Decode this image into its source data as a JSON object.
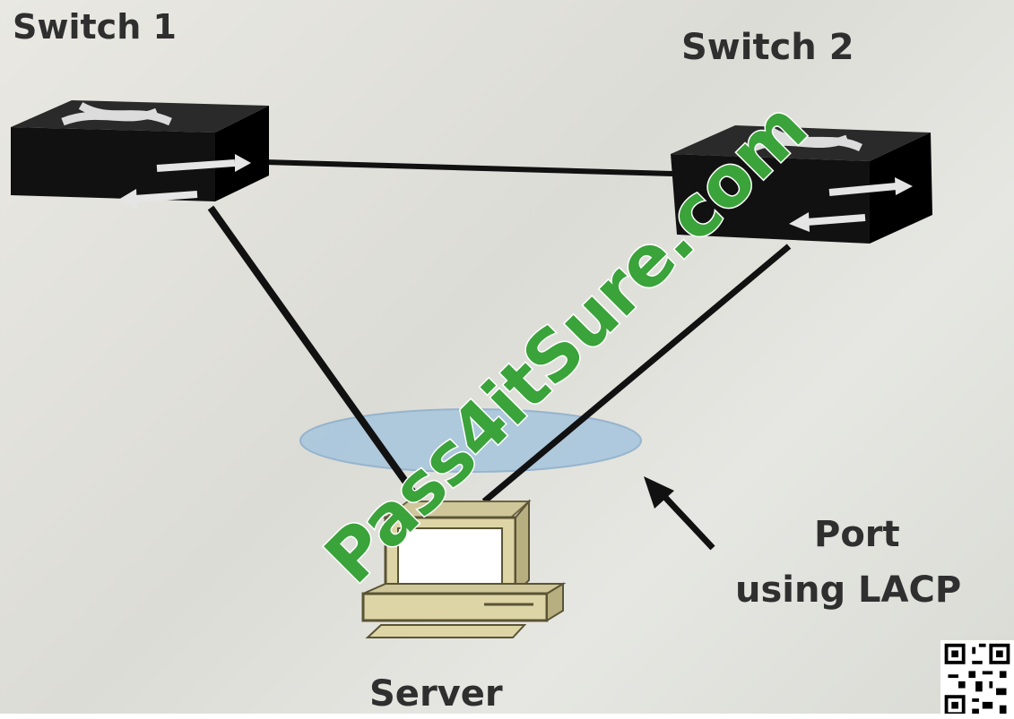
{
  "switch1": {
    "label": "Switch 1"
  },
  "switch2": {
    "label": "Switch 2"
  },
  "server": {
    "label": "Server"
  },
  "annotation": {
    "line1": "Port",
    "line2": "using LACP"
  },
  "watermark": {
    "text": "Pass4itSure.com"
  },
  "colors": {
    "watermark": "#3aa33a",
    "lag_ellipse": "#a9c6dd",
    "device_body": "#1a1a1a",
    "server_body": "#ddd5a6"
  }
}
